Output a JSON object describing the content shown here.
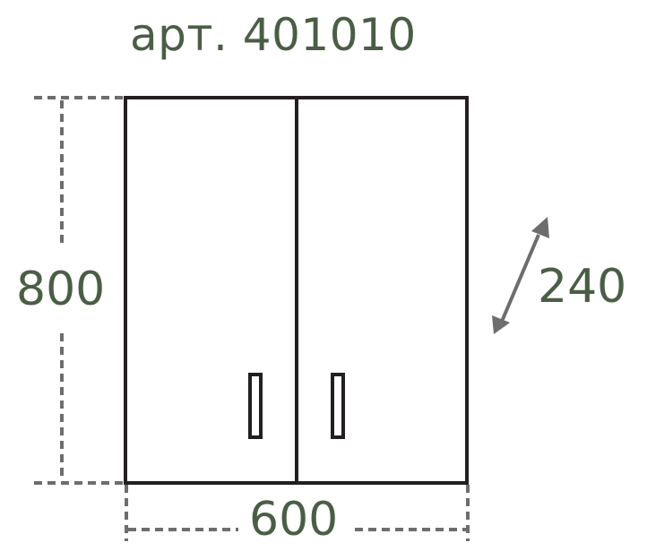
{
  "title": "арт. 401010",
  "dimensions": {
    "height": "800",
    "width": "600",
    "depth": "240"
  },
  "colors": {
    "text": "#4a5e45",
    "outline": "#231f20",
    "dimension_line": "#6d6d6d"
  },
  "cabinet": {
    "doors": 2,
    "handles": 2
  }
}
